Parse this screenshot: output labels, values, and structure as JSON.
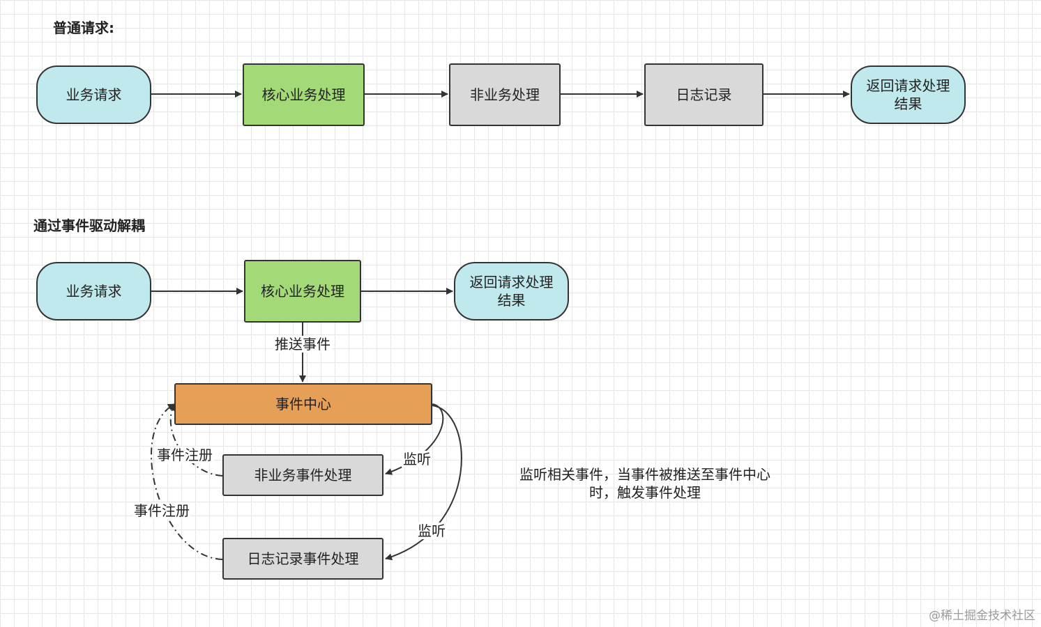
{
  "sections": {
    "normal_title": "普通请求:",
    "event_title": "通过事件驱动解耦"
  },
  "normal_flow": {
    "request": "业务请求",
    "core": "核心业务处理",
    "non_core": "非业务处理",
    "log": "日志记录",
    "result": "返回请求处理\n结果"
  },
  "event_flow": {
    "request": "业务请求",
    "core": "核心业务处理",
    "result": "返回请求处理\n结果",
    "push_label": "推送事件",
    "hub": "事件中心",
    "non_core_handler": "非业务事件处理",
    "log_handler": "日志记录事件处理",
    "register_label_1": "事件注册",
    "register_label_2": "事件注册",
    "listen_label_1": "监听",
    "listen_label_2": "监听"
  },
  "note": "监听相关事件，当事件被推送至事件中心\n时，触发事件处理",
  "watermark": "@稀土掘金技术社区",
  "colors": {
    "terminal": "#bfe9ec",
    "core": "#a3d977",
    "gray": "#d9d9d9",
    "hub": "#e59f56"
  }
}
